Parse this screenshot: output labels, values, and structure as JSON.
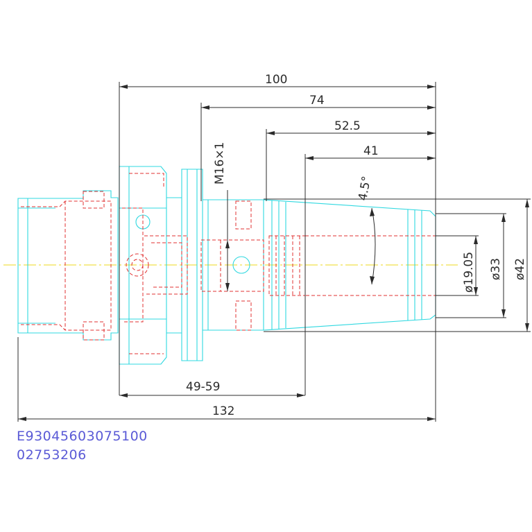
{
  "dimensions": {
    "overall_length_top": "100",
    "length_74": "74",
    "length_52": "52.5",
    "length_41": "41",
    "taper_angle": "4.5°",
    "thread": "M16×1",
    "dia_19": "ø19.05",
    "dia_33": "ø33",
    "dia_42": "ø42",
    "range": "49-59",
    "overall_length_bottom": "132"
  },
  "codes": {
    "part_number": "E93045603075100",
    "order_number": "02753206"
  },
  "colors": {
    "outline": "#2fd8e0",
    "hidden": "#e03030",
    "centerline": "#f0e04a",
    "dimension": "#2b2b2b",
    "code_text": "#5a5ad6"
  }
}
